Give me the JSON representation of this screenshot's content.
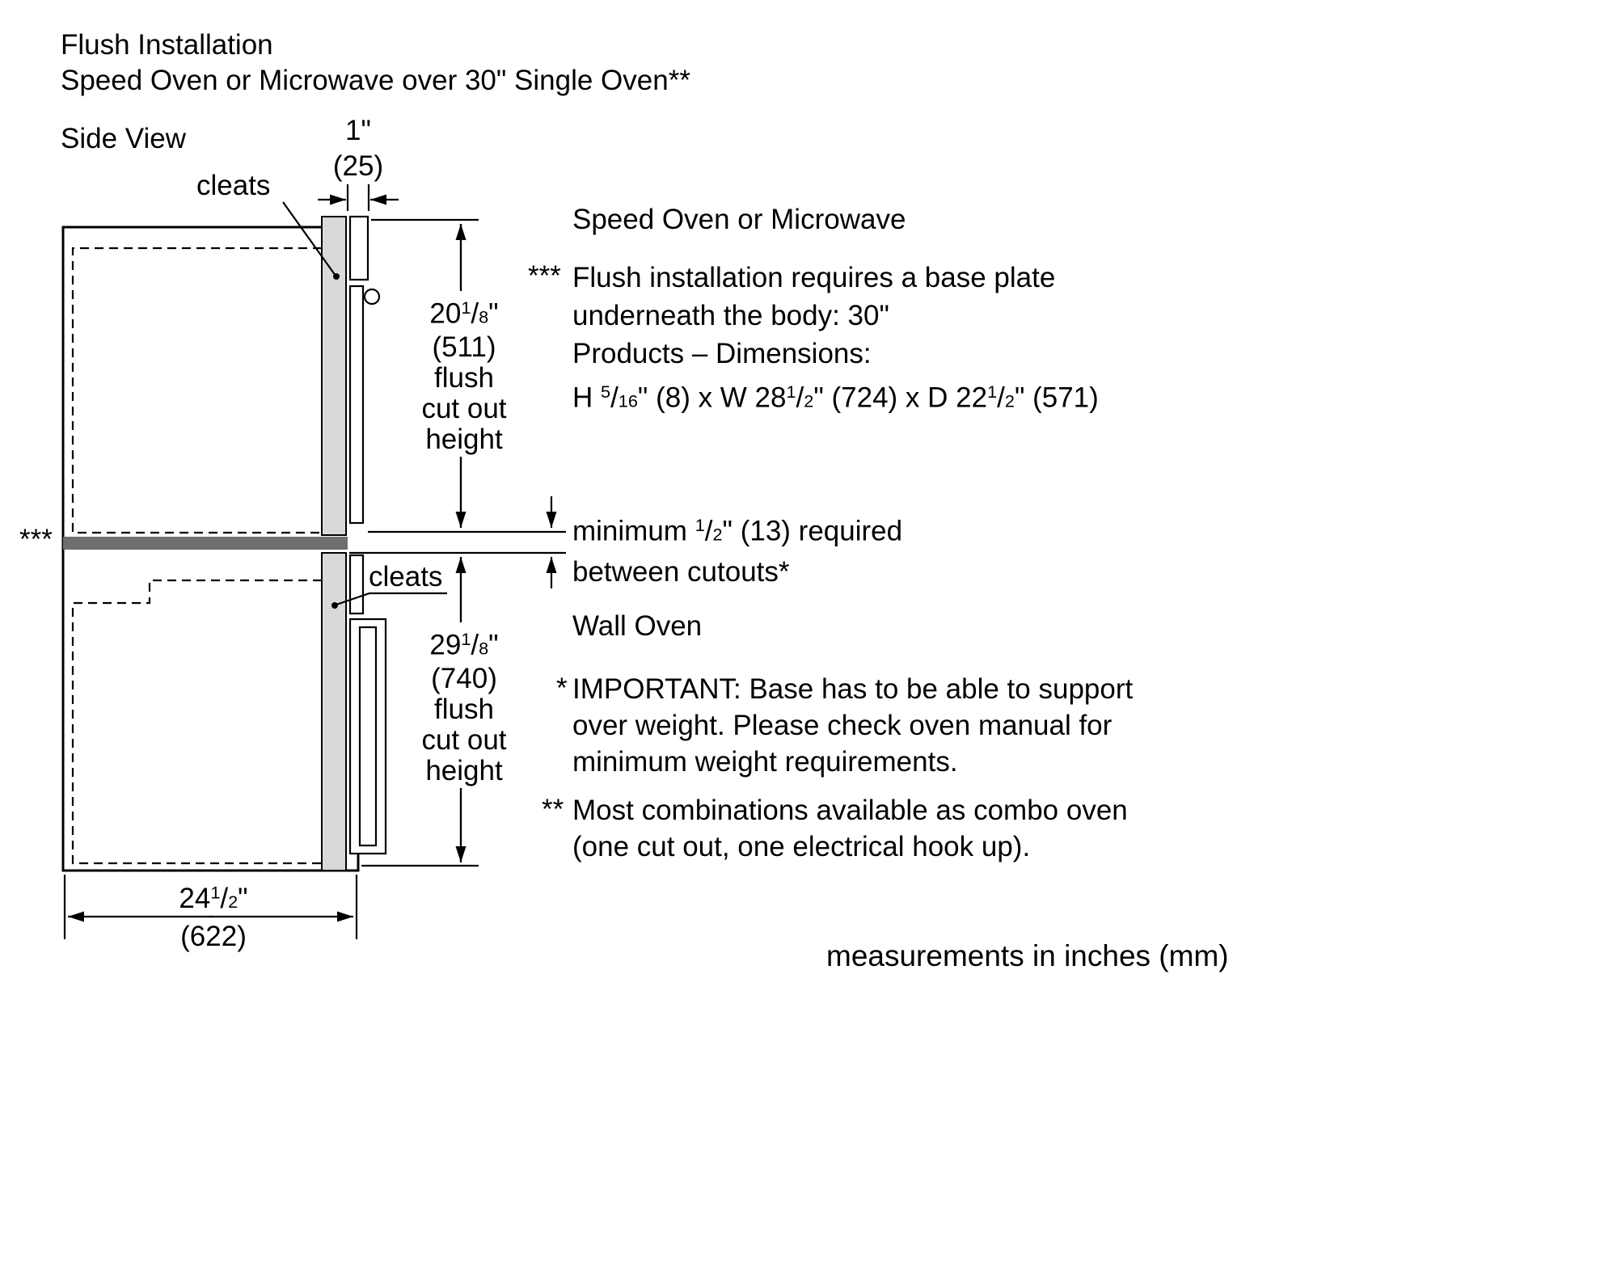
{
  "title": {
    "line1": "Flush Installation",
    "line2": "Speed Oven or Microwave over 30\" Single Oven**"
  },
  "diagram": {
    "side_view_label": "Side View",
    "cleats_top_label": "cleats",
    "cleats_bottom_label": "cleats",
    "base_plate_marker": "***",
    "dim_trim_width": {
      "inches": "1\"",
      "mm": "(25)"
    },
    "dim_upper_cutout": {
      "inches": [
        {
          "t": "20",
          "s": "n"
        },
        {
          "t": "1",
          "s": "sup"
        },
        {
          "t": "/",
          "s": "n"
        },
        {
          "t": "8",
          "s": "den"
        },
        {
          "t": "\"",
          "s": "n"
        }
      ],
      "mm": "(511)",
      "caption": [
        "flush",
        "cut out",
        "height"
      ]
    },
    "dim_lower_cutout": {
      "inches": [
        {
          "t": "29",
          "s": "n"
        },
        {
          "t": "1",
          "s": "sup"
        },
        {
          "t": "/",
          "s": "n"
        },
        {
          "t": "8",
          "s": "den"
        },
        {
          "t": "\"",
          "s": "n"
        }
      ],
      "mm": "(740)",
      "caption": [
        "flush",
        "cut out",
        "height"
      ]
    },
    "dim_width": {
      "inches": [
        {
          "t": "24",
          "s": "n"
        },
        {
          "t": "1",
          "s": "sup"
        },
        {
          "t": "/",
          "s": "n"
        },
        {
          "t": "2",
          "s": "den"
        },
        {
          "t": "\"",
          "s": "n"
        }
      ],
      "mm": "(622)"
    }
  },
  "annotations": {
    "speed_oven_heading": "Speed Oven or Microwave",
    "flush_note_marker": "***",
    "flush_note_line1": "Flush installation requires a base plate",
    "flush_note_line2": "underneath the body: 30\"",
    "flush_note_line3": "Products – Dimensions:",
    "flush_note_line4": [
      {
        "t": "H ",
        "s": "n"
      },
      {
        "t": "5",
        "s": "sup"
      },
      {
        "t": "/",
        "s": "n"
      },
      {
        "t": "16",
        "s": "den"
      },
      {
        "t": "\" (8) x W 28",
        "s": "n"
      },
      {
        "t": "1",
        "s": "sup"
      },
      {
        "t": "/",
        "s": "n"
      },
      {
        "t": "2",
        "s": "den"
      },
      {
        "t": "\" (724) x D 22",
        "s": "n"
      },
      {
        "t": "1",
        "s": "sup"
      },
      {
        "t": "/",
        "s": "n"
      },
      {
        "t": "2",
        "s": "den"
      },
      {
        "t": "\" (571)",
        "s": "n"
      }
    ],
    "min_gap_line1": [
      {
        "t": "minimum ",
        "s": "n"
      },
      {
        "t": "1",
        "s": "sup"
      },
      {
        "t": "/",
        "s": "n"
      },
      {
        "t": "2",
        "s": "den"
      },
      {
        "t": "\" (13) required",
        "s": "n"
      }
    ],
    "min_gap_line2": "between cutouts*",
    "wall_oven_heading": "Wall Oven",
    "important_marker": "*",
    "important_line1": "IMPORTANT: Base has to be able to support",
    "important_line2": "over weight. Please check oven manual for",
    "important_line3": "minimum weight requirements.",
    "combo_marker": "**",
    "combo_line1": "Most combinations available as combo oven",
    "combo_line2": "(one cut out, one electrical hook up).",
    "footer": "measurements in inches (mm)"
  }
}
